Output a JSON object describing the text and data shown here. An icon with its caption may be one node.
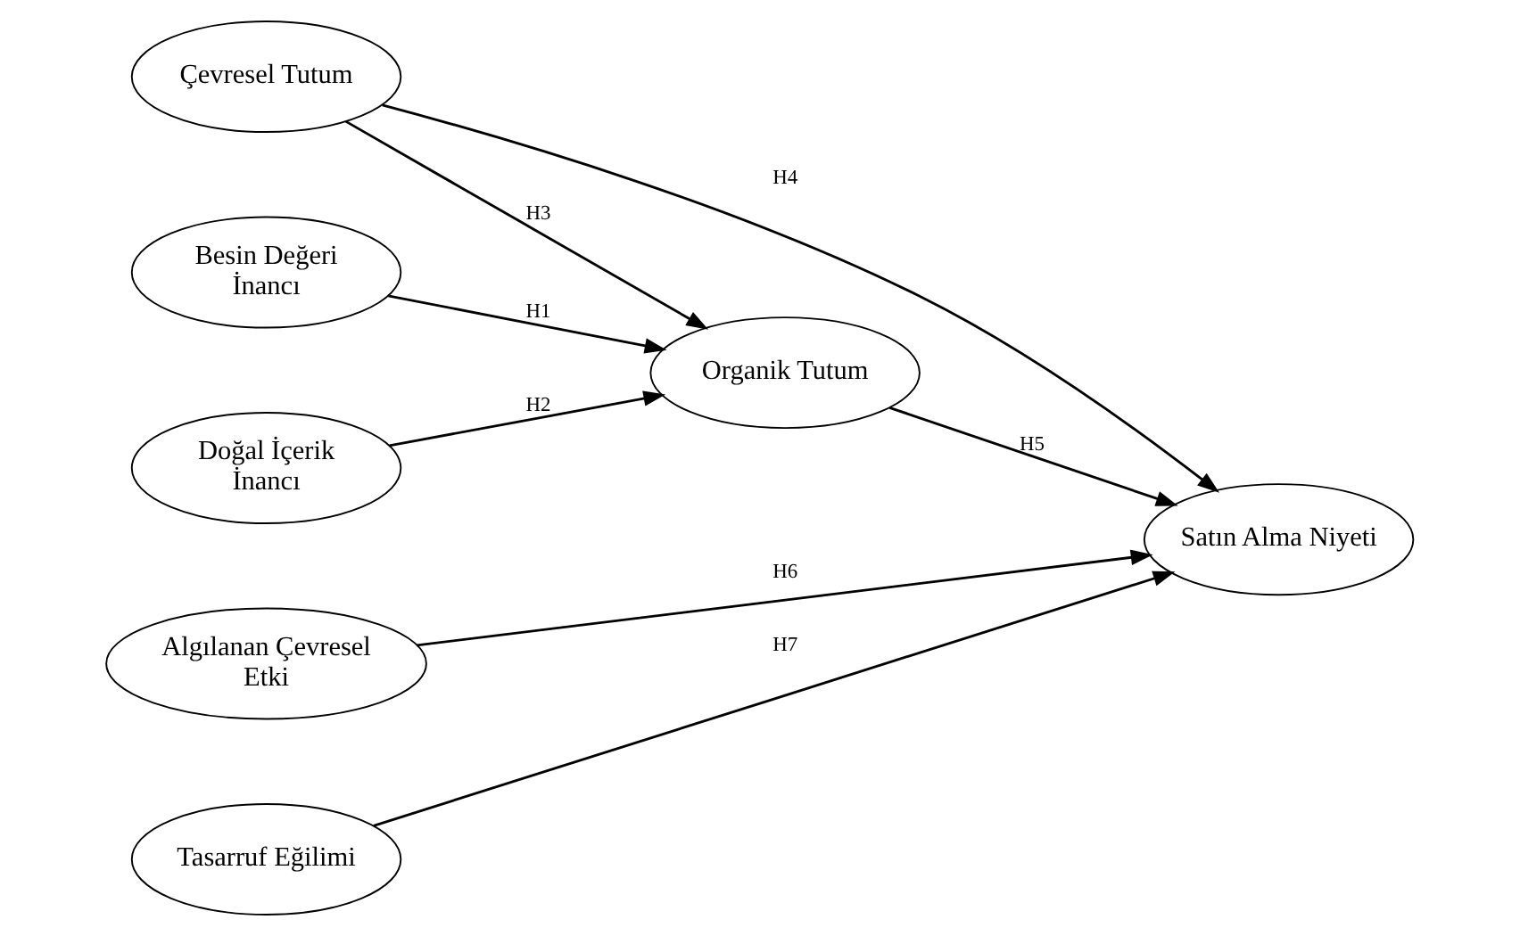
{
  "diagram": {
    "nodes": [
      {
        "text": [
          "Çevresel Tutum"
        ]
      },
      {
        "text": [
          "Besin Değeri İnancı"
        ]
      },
      {
        "text": [
          "Doğal İçerik İnancı"
        ]
      },
      {
        "text": [
          "Organik Tutum"
        ]
      },
      {
        "text": [
          "Satın Alma Niyeti"
        ]
      },
      {
        "text": [
          "Algılanan Çevresel Etki"
        ]
      },
      {
        "text": [
          "Tasarruf Eğilimi"
        ]
      }
    ],
    "edges": [
      {
        "from": 1,
        "to": 3,
        "arrow": "to",
        "label": "H1"
      },
      {
        "from": 2,
        "to": 3,
        "arrow": "to",
        "label": "H2"
      },
      {
        "from": 0,
        "to": 3,
        "arrow": "to",
        "label": "H3"
      },
      {
        "from": 0,
        "to": 4,
        "arrow": "to",
        "label": "H4"
      },
      {
        "from": 3,
        "to": 4,
        "arrow": "to",
        "label": "H5"
      },
      {
        "from": 5,
        "to": 4,
        "arrow": "to",
        "label": "H6"
      },
      {
        "from": 6,
        "to": 4,
        "arrow": "to",
        "label": "H7"
      }
    ]
  }
}
